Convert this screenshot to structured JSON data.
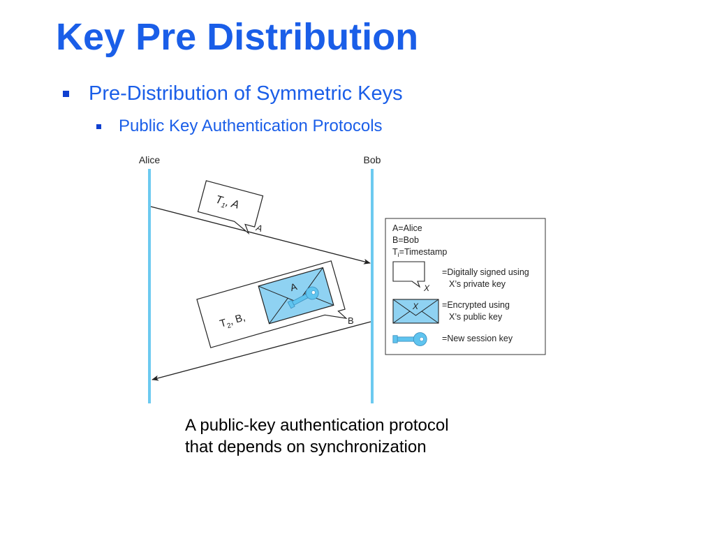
{
  "slide": {
    "title": "Key Pre Distribution",
    "bullets": [
      {
        "level": 1,
        "text": "Pre-Distribution of Symmetric Keys"
      },
      {
        "level": 2,
        "text": "Public Key Authentication Protocols"
      }
    ]
  },
  "diagram": {
    "participants": {
      "alice": "Alice",
      "bob": "Bob"
    },
    "message1": {
      "content_main": "T",
      "content_sub": "1",
      "content_rest": ", A",
      "signer": "A"
    },
    "message2": {
      "content_main": "T",
      "content_sub": "2",
      "content_rest": ", B,",
      "envelope_label": "A",
      "signer": "B"
    },
    "legend": {
      "definitions": [
        {
          "symbol": "A",
          "eq": "=",
          "meaning": "Alice"
        },
        {
          "symbol": "B",
          "eq": "=",
          "meaning": "Bob"
        },
        {
          "symbol": "T",
          "sub": "i",
          "eq": "=",
          "meaning": "Timestamp"
        }
      ],
      "signed": {
        "icon_label": "X",
        "eq": "=",
        "line1": "Digitally signed using",
        "line2": "X’s private key"
      },
      "encrypted": {
        "icon_label": "X",
        "eq": "=",
        "line1": "Encrypted using",
        "line2": "X’s public key"
      },
      "session_key": {
        "eq": "=",
        "line1": "New session key"
      }
    },
    "colors": {
      "lifeline": "#6ccaf0",
      "envelope_fill": "#8fd2f2",
      "key_fill": "#5fc4ef",
      "title": "#1a5ee8"
    }
  },
  "caption": {
    "line1": "A public-key authentication protocol",
    "line2": "that depends on synchronization"
  }
}
